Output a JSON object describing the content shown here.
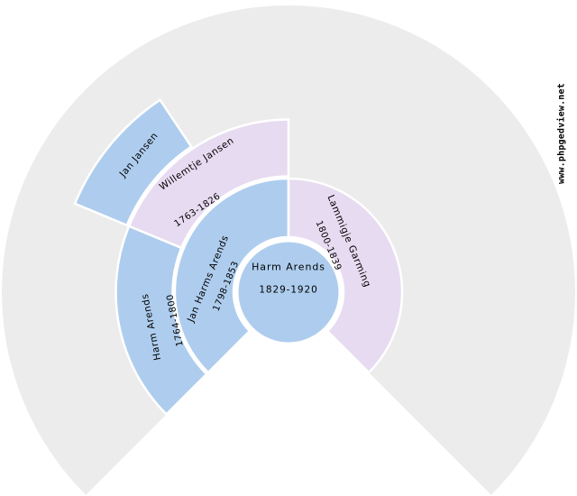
{
  "watermark": {
    "text": "www.phpgedview.net",
    "color": "#8b0000"
  },
  "legend_colors": {
    "male": "#aecdee",
    "female": "#e7dbf1",
    "empty": "#ececec",
    "background": "#ffffff",
    "text": "#000000"
  },
  "chart_data": {
    "type": "fan",
    "style": "genealogy-fan-chart",
    "fan_degrees": 270,
    "generations_shown": 5,
    "root": {
      "name": "Harm Arends",
      "dates": "1829-1920",
      "sex": "M"
    },
    "ancestors": [
      {
        "slot": "father",
        "generation": 2,
        "name": "Jan Harms Arends",
        "dates": "1798-1853",
        "sex": "M"
      },
      {
        "slot": "mother",
        "generation": 2,
        "name": "Lammigje Garming",
        "dates": "1800-1839",
        "sex": "F"
      },
      {
        "slot": "paternal-grandfather",
        "generation": 3,
        "name": "Harm Arends",
        "dates": "1764-1800",
        "sex": "M"
      },
      {
        "slot": "paternal-grandmother",
        "generation": 3,
        "name": "Willemtje Jansen",
        "dates": "1763-1826",
        "sex": "F"
      },
      {
        "slot": "paternal-grandmother-father",
        "generation": 4,
        "name": "Jan Jansen",
        "dates": "",
        "sex": "M"
      }
    ]
  }
}
